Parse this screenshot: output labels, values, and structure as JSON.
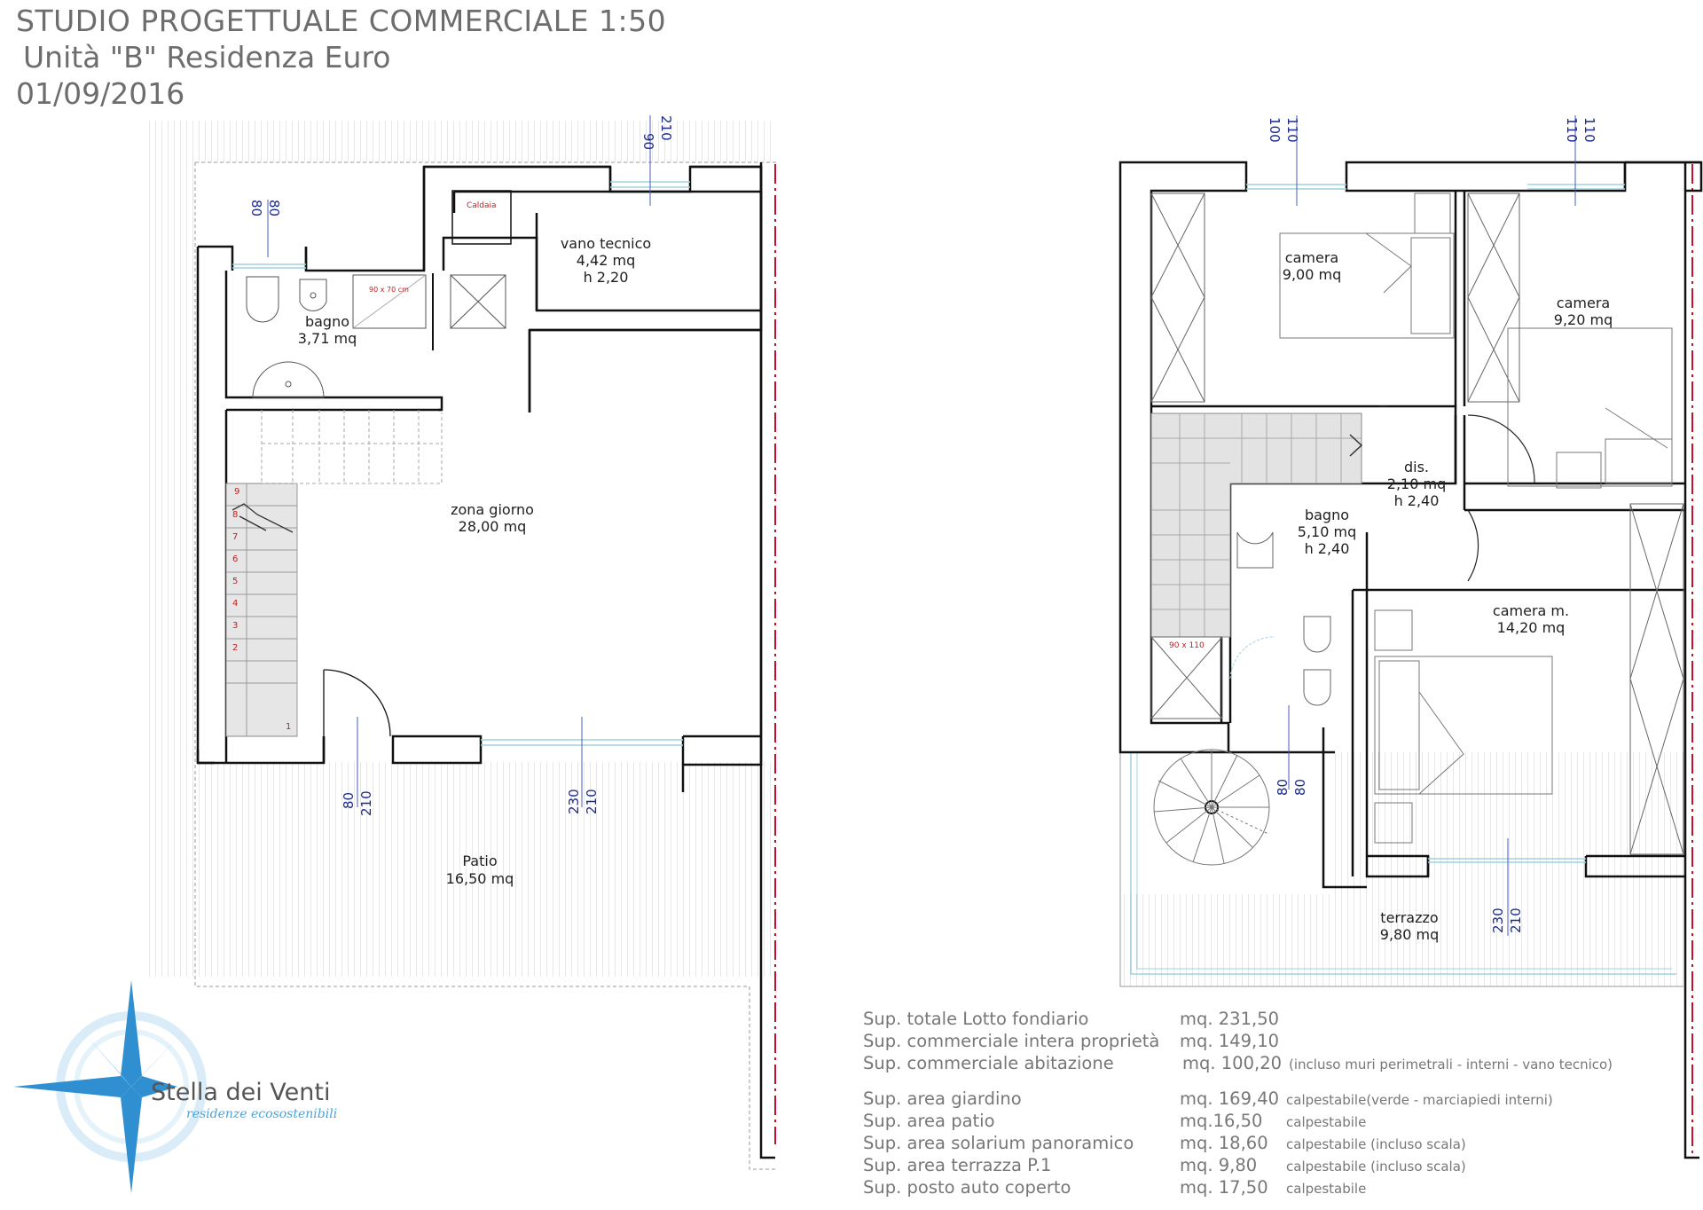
{
  "header": {
    "line1": "STUDIO PROGETTUALE  COMMERCIALE 1:50",
    "line2": "Unità \"B\" Residenza Euro",
    "line3": "01/09/2016"
  },
  "ground_floor": {
    "rooms": {
      "vano_tecnico": {
        "name": "vano tecnico",
        "area": "4,42 mq",
        "height": "h 2,20"
      },
      "bagno": {
        "name": "bagno",
        "area": "3,71 mq"
      },
      "zona_giorno": {
        "name": "zona giorno",
        "area": "28,00 mq"
      },
      "patio": {
        "name": "Patio",
        "area": "16,50 mq"
      }
    },
    "labels": {
      "caldaia": "Caldaia",
      "shower": "90 x 70 cm"
    },
    "stair_steps": [
      "1",
      "2",
      "3",
      "4",
      "5",
      "6",
      "7",
      "8",
      "9"
    ],
    "dims": {
      "d_top_a": "90",
      "d_top_b": "210",
      "d_bath_a": "80",
      "d_bath_b": "80",
      "d_door_a": "80",
      "d_door_b": "210",
      "d_win_a": "230",
      "d_win_b": "210"
    }
  },
  "first_floor": {
    "rooms": {
      "camera1": {
        "name": "camera",
        "area": "9,00 mq"
      },
      "camera2": {
        "name": "camera",
        "area": "9,20 mq"
      },
      "dis": {
        "name": "dis.",
        "area": "2,10 mq",
        "height": "h 2,40"
      },
      "bagno": {
        "name": "bagno",
        "area": "5,10 mq",
        "height": "h 2,40"
      },
      "camera_m": {
        "name": "camera m.",
        "area": "14,20 mq"
      },
      "terrazzo": {
        "name": "terrazzo",
        "area": "9,80 mq"
      }
    },
    "labels": {
      "shower": "90 x 110"
    },
    "dims": {
      "d_c1_a": "110",
      "d_c1_b": "100",
      "d_c2_a": "110",
      "d_c2_b": "110",
      "d_bagno_a": "80",
      "d_bagno_b": "80",
      "d_cm_a": "230",
      "d_cm_b": "210"
    }
  },
  "areas": [
    {
      "label": "Sup. totale Lotto fondiario",
      "value": "mq. 231,50",
      "note": ""
    },
    {
      "label": "Sup. commerciale intera proprietà",
      "value": "mq. 149,10",
      "note": ""
    },
    {
      "label": "Sup. commerciale abitazione",
      "value": "mq. 100,20",
      "note": "(incluso muri perimetrali - interni - vano tecnico)"
    },
    {
      "label": "Sup. area giardino",
      "value": "mq. 169,40",
      "note": "calpestabile(verde - marciapiedi interni)"
    },
    {
      "label": "Sup. area patio",
      "value": "mq.16,50",
      "note": "calpestabile"
    },
    {
      "label": "Sup. area solarium panoramico",
      "value": "mq. 18,60",
      "note": "calpestabile (incluso scala)"
    },
    {
      "label": "Sup. area terrazza P.1",
      "value": "mq. 9,80",
      "note": "calpestabile (incluso scala)"
    },
    {
      "label": "Sup. posto auto coperto",
      "value": "mq. 17,50",
      "note": "calpestabile"
    }
  ],
  "logo": {
    "name": "Stella dei Venti",
    "tagline": "residenze ecosostenibili"
  },
  "colors": {
    "wall": "#111111",
    "dimension": "#1b2a8c",
    "axis_red": "#c8102e",
    "glass": "#9fd3e0",
    "logo_blue": "#2f8fd0"
  }
}
